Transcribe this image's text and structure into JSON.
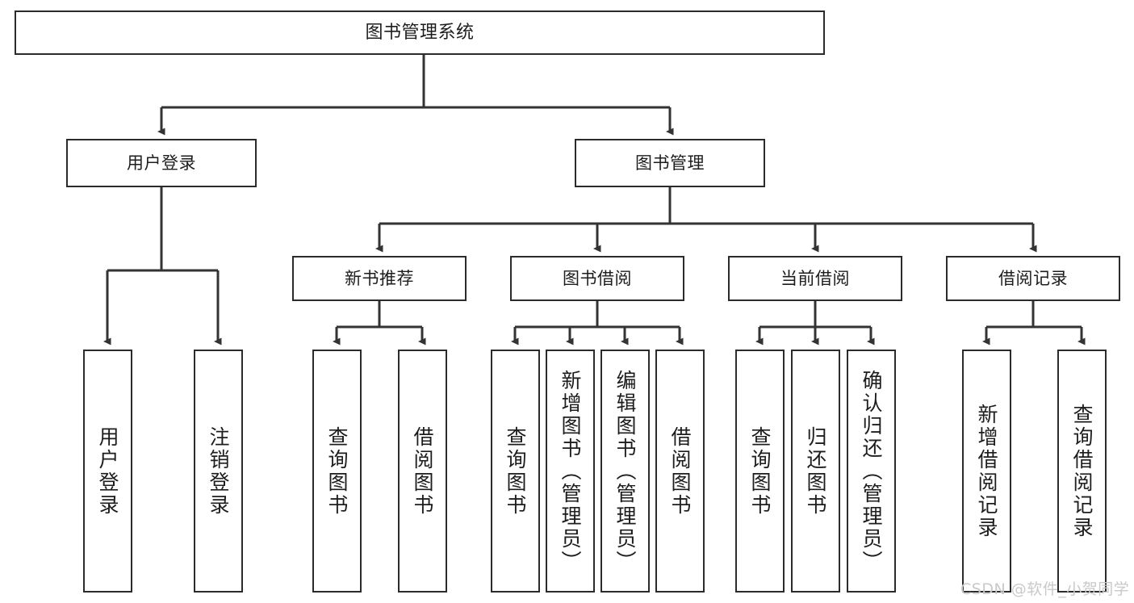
{
  "diagram": {
    "title": "图书管理系统",
    "type": "functional-structure-tree",
    "watermark": "CSDN @软件_小贺同学",
    "colors": {
      "box_border": "#2b2b2b",
      "box_fill": "#ffffff",
      "connector": "#333333",
      "text": "#1d1d1d",
      "watermark": "#c9c9c9",
      "background": "#ffffff"
    }
  },
  "nodes": {
    "root": {
      "label": "图书管理系统"
    },
    "level2": [
      {
        "id": "user-login",
        "label": "用户登录"
      },
      {
        "id": "book-management",
        "label": "图书管理"
      }
    ],
    "level3": [
      {
        "id": "new-book-recommend",
        "label": "新书推荐"
      },
      {
        "id": "book-borrow",
        "label": "图书借阅"
      },
      {
        "id": "current-borrow",
        "label": "当前借阅"
      },
      {
        "id": "borrow-record",
        "label": "借阅记录"
      }
    ],
    "leaves": {
      "user_login": [
        {
          "id": "leaf-user-login",
          "label": "用户登录"
        },
        {
          "id": "leaf-logout-login",
          "label": "注销登录"
        }
      ],
      "new_book_recommend": [
        {
          "id": "leaf-query-book-1",
          "label": "查询图书"
        },
        {
          "id": "leaf-borrow-book-1",
          "label": "借阅图书"
        }
      ],
      "book_borrow": [
        {
          "id": "leaf-query-book-2",
          "label": "查询图书"
        },
        {
          "id": "leaf-add-book",
          "label": "新增图书（管理员）"
        },
        {
          "id": "leaf-edit-book",
          "label": "编辑图书（管理员）"
        },
        {
          "id": "leaf-borrow-book-2",
          "label": "借阅图书"
        }
      ],
      "current_borrow": [
        {
          "id": "leaf-query-book-3",
          "label": "查询图书"
        },
        {
          "id": "leaf-return-book",
          "label": "归还图书"
        },
        {
          "id": "leaf-confirm-return",
          "label": "确认归还（管理员）"
        }
      ],
      "borrow_record": [
        {
          "id": "leaf-add-record",
          "label": "新增借阅记录"
        },
        {
          "id": "leaf-query-record",
          "label": "查询借阅记录"
        }
      ]
    }
  }
}
